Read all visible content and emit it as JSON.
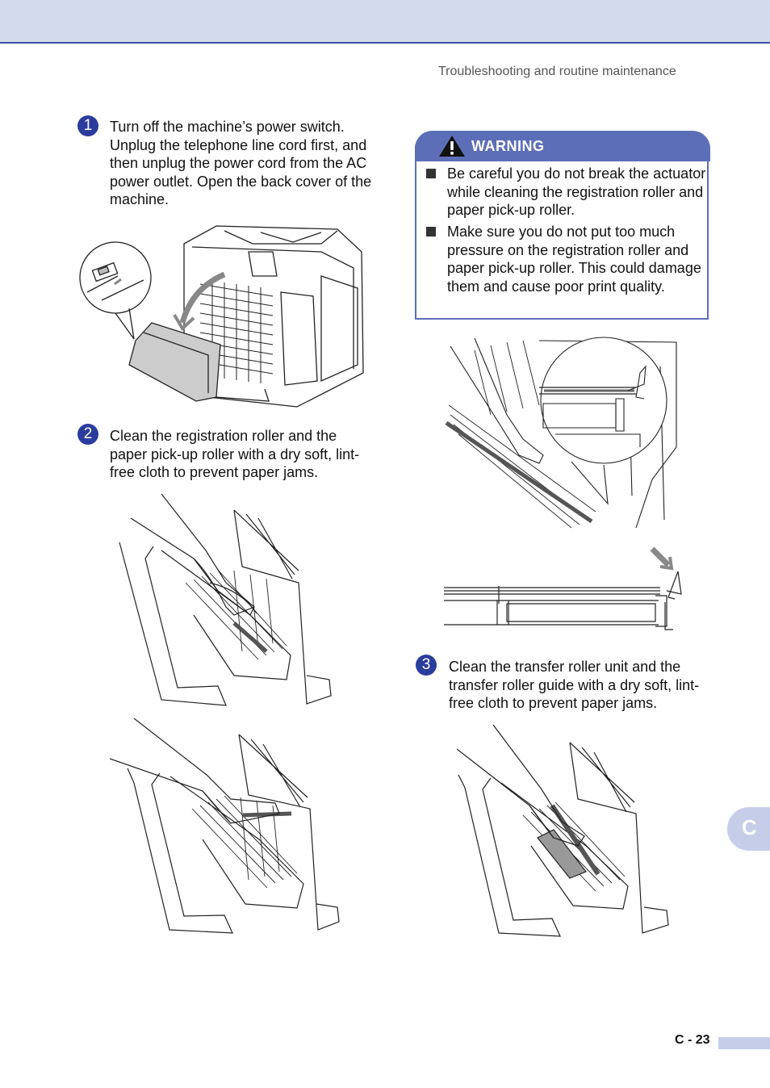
{
  "header": {
    "running_title": "Troubleshooting and routine maintenance"
  },
  "steps": [
    {
      "number": "1",
      "text": "Turn off the machine’s power switch. Unplug the telephone line cord first, and then unplug the power cord from the AC power outlet. Open the back cover of the machine."
    },
    {
      "number": "2",
      "text": "Clean the registration roller and the paper pick-up roller with a dry soft, lint-free cloth to prevent paper jams."
    },
    {
      "number": "3",
      "text": "Clean the transfer roller unit and the transfer roller guide with a dry soft, lint-free cloth to prevent paper jams."
    }
  ],
  "warning": {
    "title": "WARNING",
    "items": [
      "Be careful you do not break the actuator while cleaning the registration roller and paper pick-up roller.",
      "Make sure you do not put too much pressure on the registration roller and paper pick-up roller. This could damage them and cause poor print quality."
    ]
  },
  "side_tab": {
    "label": "C"
  },
  "footer": {
    "page_number": "C - 23"
  },
  "colors": {
    "accent": "#2a3d9c",
    "warning_header": "#5d6eb8",
    "band": "#d3daed",
    "tab": "#c5cde9"
  }
}
